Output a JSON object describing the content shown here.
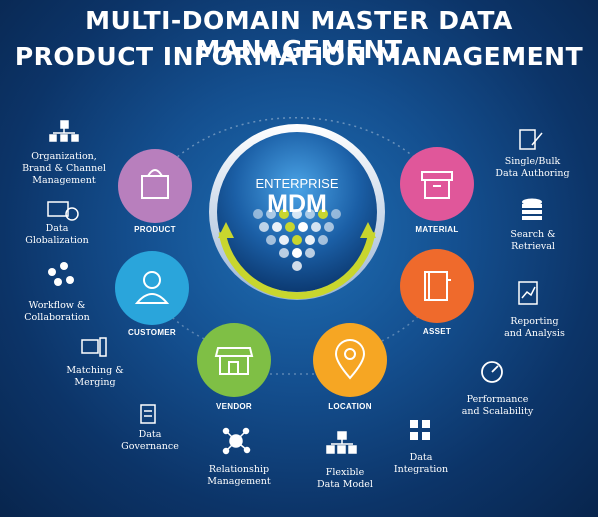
{
  "header": {
    "title_line1": "MULTI-DOMAIN MASTER DATA MANAGEMENT",
    "title_line2": "PRODUCT INFORMATION MANAGEMENT"
  },
  "hub": {
    "line1": "ENTERPRISE",
    "line2": "MDM"
  },
  "domains": [
    {
      "label": "PRODUCT",
      "icon": "shopping-bag-icon",
      "color": "#b87fbd"
    },
    {
      "label": "MATERIAL",
      "icon": "box-icon",
      "color": "#e0579a"
    },
    {
      "label": "CUSTOMER",
      "icon": "person-icon",
      "color": "#2aa5db"
    },
    {
      "label": "ASSET",
      "icon": "book-icon",
      "color": "#ef6a2c"
    },
    {
      "label": "VENDOR",
      "icon": "storefront-icon",
      "color": "#7fbf45"
    },
    {
      "label": "LOCATION",
      "icon": "location-pin-icon",
      "color": "#f6a623"
    }
  ],
  "capabilities": {
    "org_l1": "Organization,",
    "org_l2": "Brand & Channel",
    "org_l3": "Management",
    "glob_l1": "Data",
    "glob_l2": "Globalization",
    "work_l1": "Workflow &",
    "work_l2": "Collaboration",
    "match_l1": "Matching &",
    "match_l2": "Merging",
    "gov_l1": "Data",
    "gov_l2": "Governance",
    "rel_l1": "Relationship",
    "rel_l2": "Management",
    "flex_l1": "Flexible",
    "flex_l2": "Data Model",
    "integ_l1": "Data",
    "integ_l2": "Integration",
    "perf_l1": "Performance",
    "perf_l2": "and Scalability",
    "rep_l1": "Reporting",
    "rep_l2": "and Analysis",
    "search_l1": "Search &",
    "search_l2": "Retrieval",
    "single_l1": "Single/Bulk",
    "single_l2": "Data Authoring"
  },
  "colors": {
    "hub_accent": "#c8d62e",
    "orbit": "#ffffff"
  }
}
